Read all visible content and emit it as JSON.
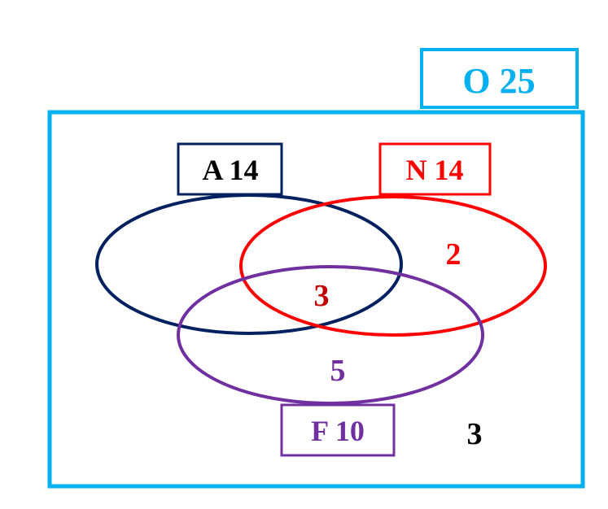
{
  "universe": {
    "label": "O 25",
    "color": "#00b0f0"
  },
  "sets": {
    "A": {
      "label": "A 14",
      "color": "#002060",
      "text_color": "#000000"
    },
    "N": {
      "label": "N 14",
      "color": "#ff0000",
      "text_color": "#ff0000"
    },
    "F": {
      "label": "F 10",
      "color": "#7030a0",
      "text_color": "#7030a0"
    }
  },
  "regions": {
    "n_only": "2",
    "a_n_center": "3",
    "f_region": "5",
    "outside": "3"
  }
}
